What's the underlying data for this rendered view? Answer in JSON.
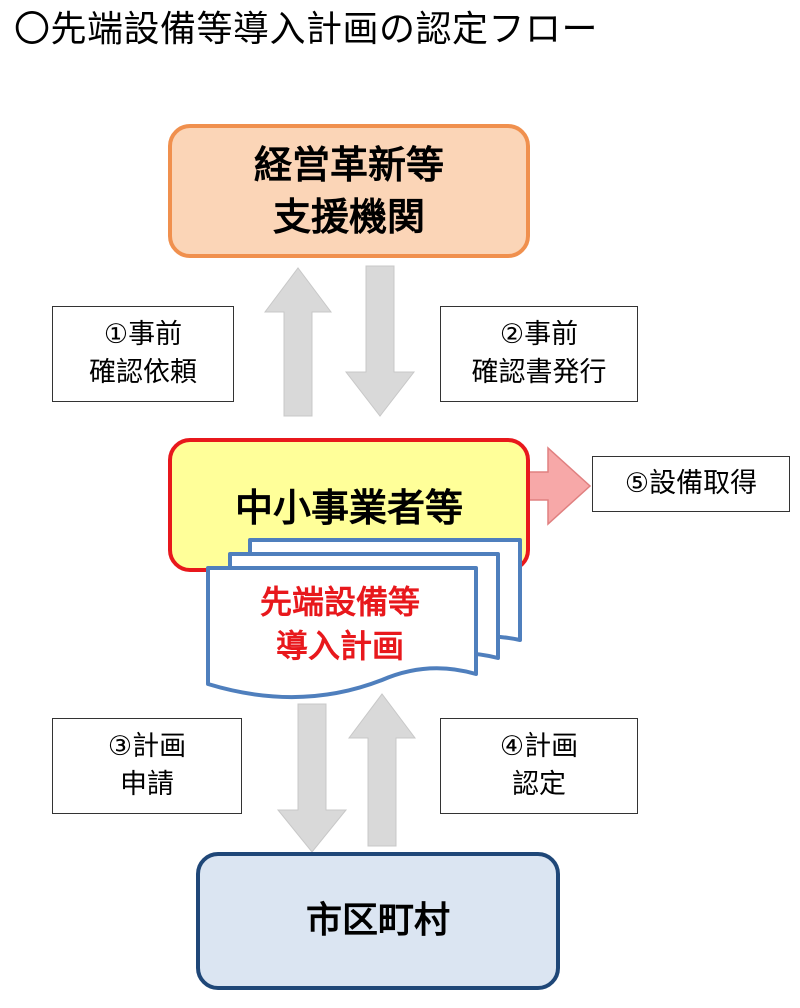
{
  "title": "〇先端設備等導入計画の認定フロー",
  "nodes": {
    "support": {
      "line1": "経営革新等",
      "line2": "支援機関"
    },
    "sme": {
      "label": "中小事業者等"
    },
    "plan": {
      "line1": "先端設備等",
      "line2": "導入計画"
    },
    "city": {
      "label": "市区町村"
    }
  },
  "steps": {
    "s1": {
      "line1": "①事前",
      "line2": "確認依頼"
    },
    "s2": {
      "line1": "②事前",
      "line2": "確認書発行"
    },
    "s3": {
      "line1": "③計画",
      "line2": "申請"
    },
    "s4": {
      "line1": "④計画",
      "line2": "認定"
    },
    "s5": {
      "label": "⑤設備取得"
    }
  },
  "colors": {
    "support_fill": "#fbd5b7",
    "support_border": "#f0904e",
    "sme_fill": "#ffff99",
    "sme_border": "#e8181c",
    "city_fill": "#dbe5f2",
    "city_border": "#1f4778",
    "plan_border": "#4f7fbd",
    "plan_text": "#e8181c",
    "arrow_gray": "#d9d9d9",
    "arrow_pink": "#f7a8a8"
  }
}
